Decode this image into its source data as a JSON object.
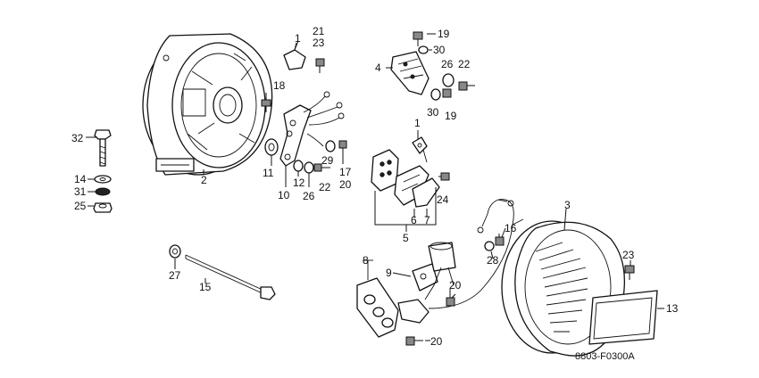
{
  "diagram_code": "8803-F0300A",
  "callouts": {
    "c1a": "1",
    "c21": "21",
    "c23a": "23",
    "c18": "18",
    "c32": "32",
    "c14": "14",
    "c31": "31",
    "c25": "25",
    "c2": "2",
    "c11": "11",
    "c10": "10",
    "c12": "12",
    "c26a": "26",
    "c22a": "22",
    "c29": "29",
    "c17": "17",
    "c20a": "20",
    "c19a": "19",
    "c30a": "30",
    "c4": "4",
    "c26b": "26",
    "c22b": "22",
    "c30b": "30",
    "c19b": "19",
    "c1b": "1",
    "c24": "24",
    "c6": "6",
    "c7": "7",
    "c5": "5",
    "c3": "3",
    "c16": "16",
    "c28": "28",
    "c23b": "23",
    "c13": "13",
    "c8": "8",
    "c9": "9",
    "c20b": "20",
    "c20c": "20",
    "c27": "27",
    "c15": "15"
  }
}
